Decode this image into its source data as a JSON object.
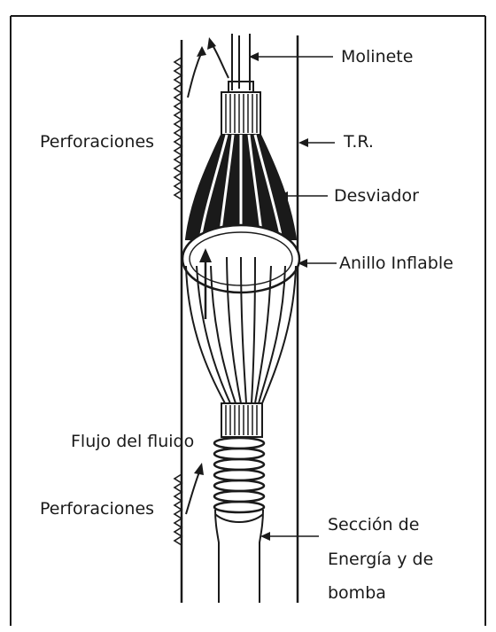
{
  "labels": {
    "molinete": "Molinete",
    "perforaciones_top": "Perforaciones",
    "tr": "T.R.",
    "desviador": "Desviador",
    "anillo": "Anillo Inflable",
    "flujo": "Flujo del fluido",
    "perforaciones_bottom": "Perforaciones",
    "seccion_line1": "Sección de",
    "seccion_line2": "Energía y de",
    "seccion_line3": "bomba"
  },
  "colors": {
    "ink": "#1a1a1a",
    "background": "#ffffff"
  }
}
